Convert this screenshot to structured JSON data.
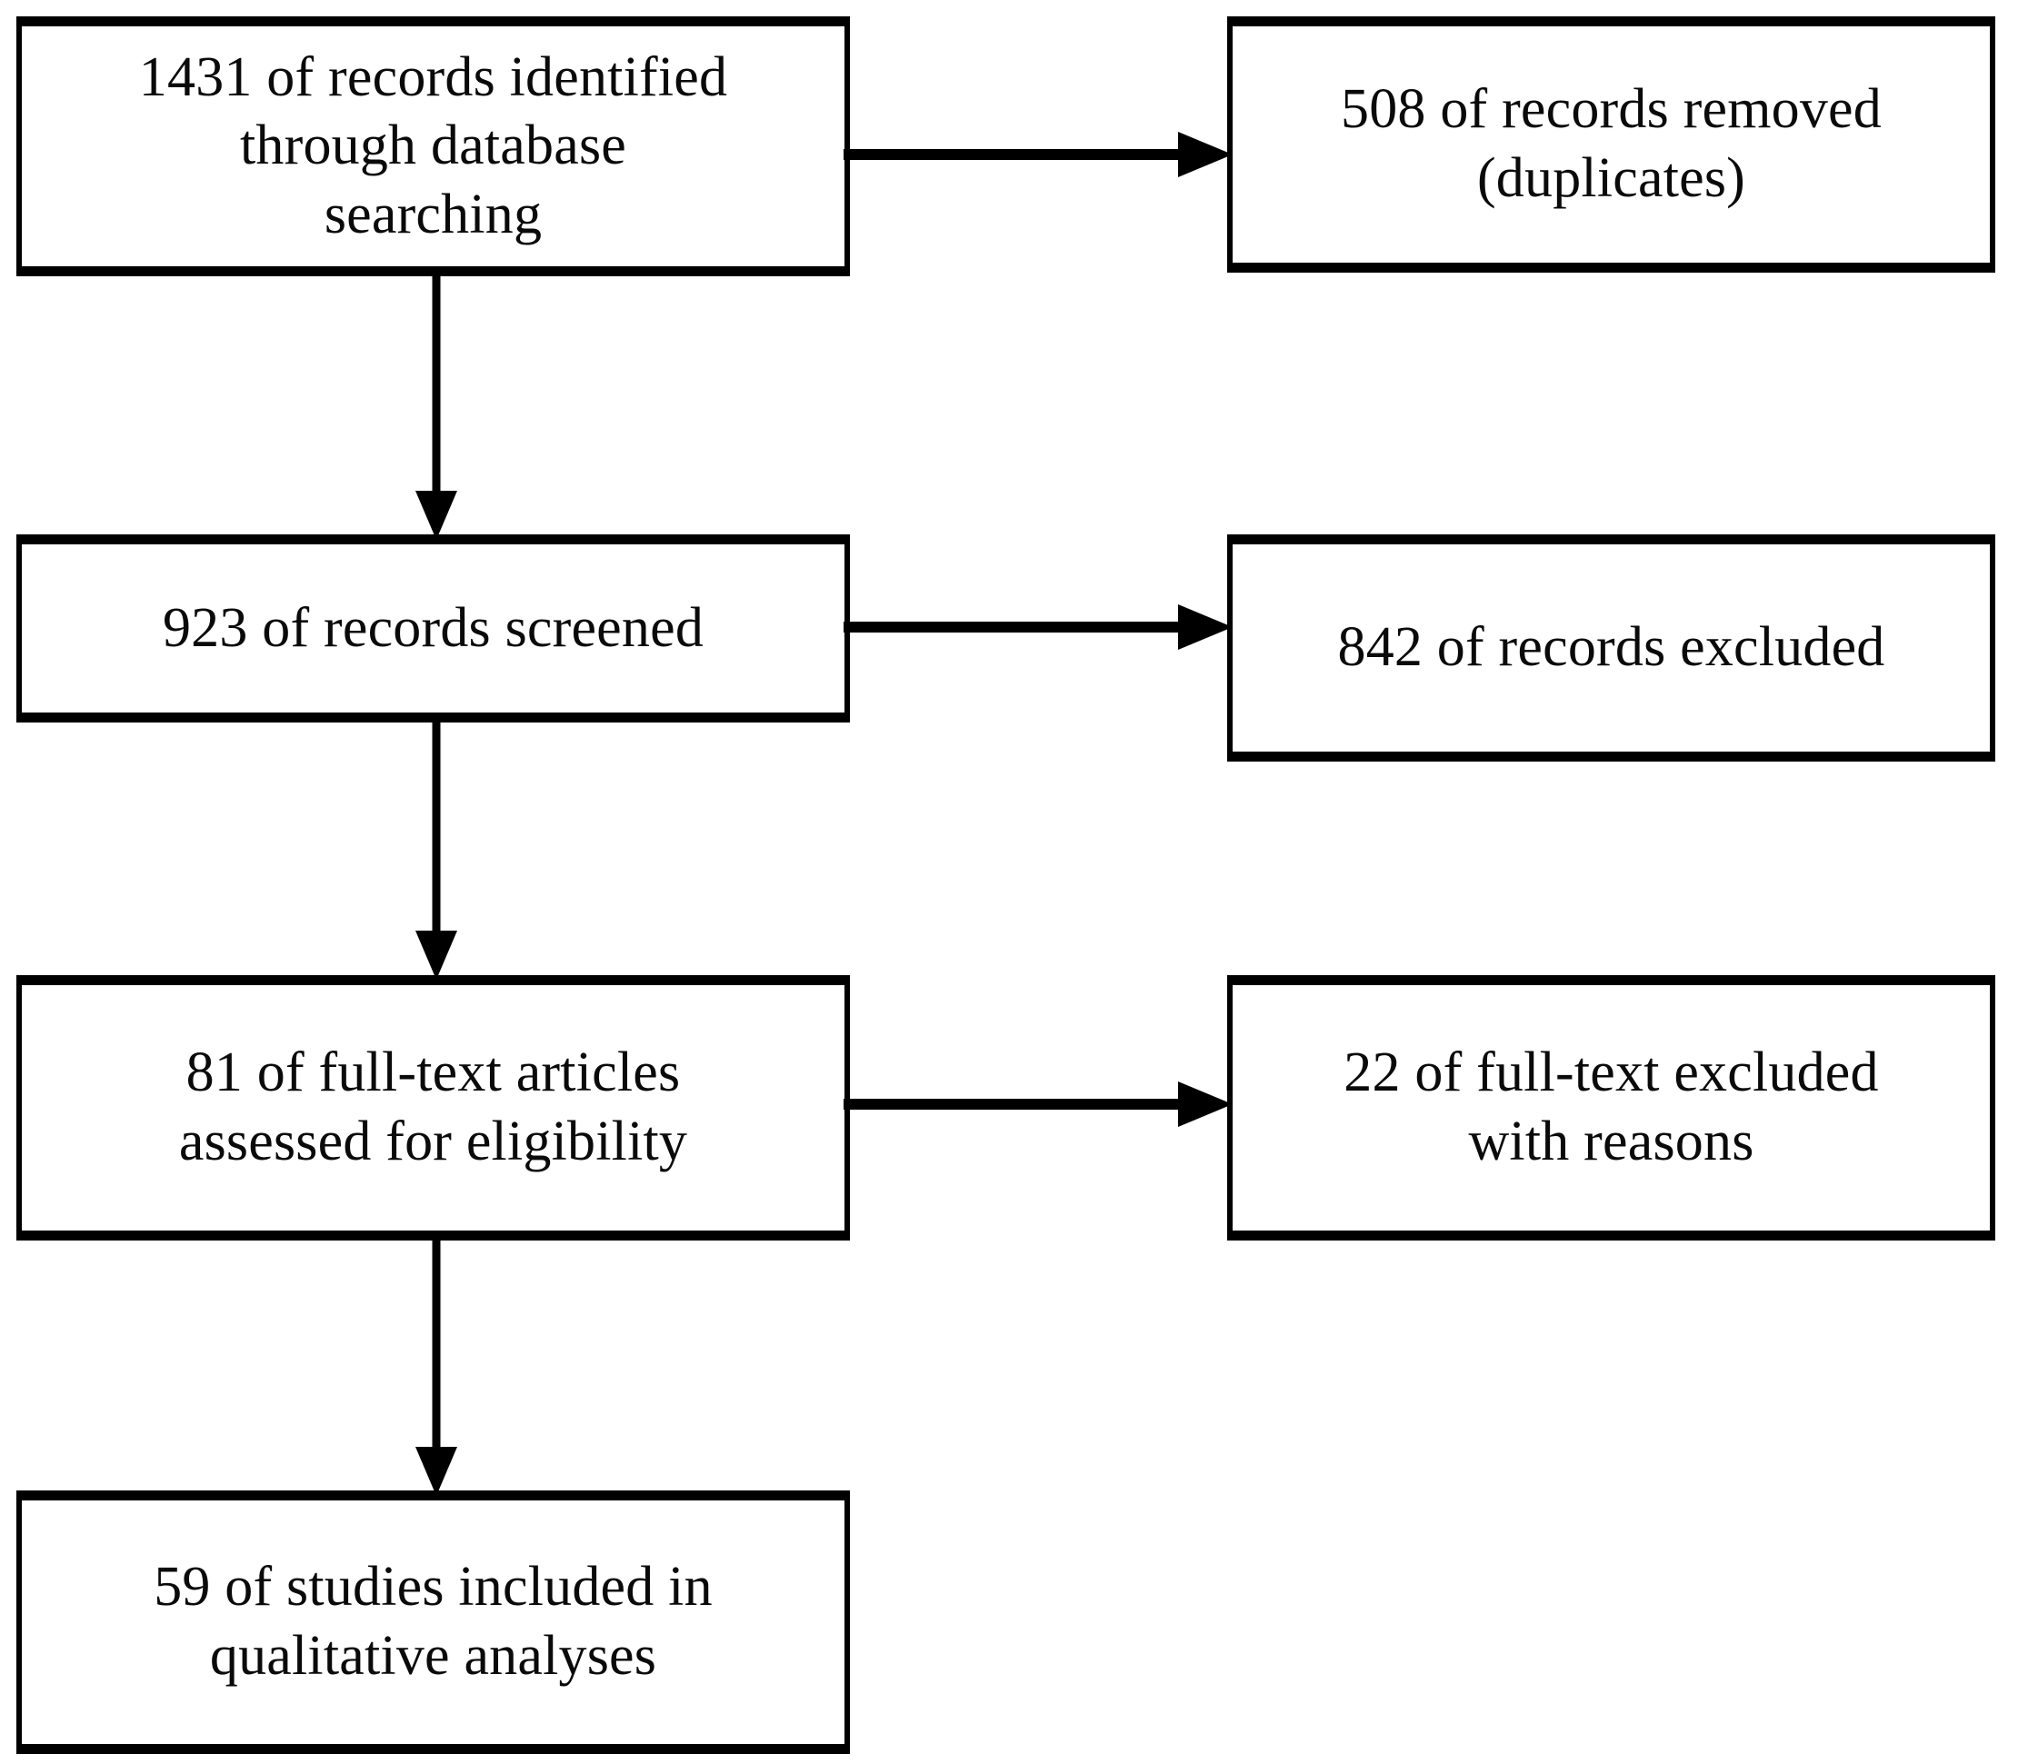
{
  "figure": {
    "type": "prisma-flow-diagram",
    "title": "",
    "background_color": "#ffffff",
    "line_color": "#000000",
    "text_color": "#0a0a0a"
  },
  "nodes": {
    "identified": {
      "id": "identified",
      "count": 1431,
      "label": "1431 of records identified\nthrough database\nsearching",
      "column": "left",
      "row": 1
    },
    "duplicates_removed": {
      "id": "duplicates_removed",
      "count": 508,
      "label": "508 of records removed\n(duplicates)",
      "column": "right",
      "row": 1
    },
    "screened": {
      "id": "screened",
      "count": 923,
      "label": "923 of records screened",
      "column": "left",
      "row": 2
    },
    "records_excluded": {
      "id": "records_excluded",
      "count": 842,
      "label": "842 of records excluded",
      "column": "right",
      "row": 2
    },
    "fulltext_assessed": {
      "id": "fulltext_assessed",
      "count": 81,
      "label": "81 of full-text articles\nassessed for eligibility",
      "column": "left",
      "row": 3
    },
    "fulltext_excluded": {
      "id": "fulltext_excluded",
      "count": 22,
      "label": "22 of full-text excluded\nwith reasons",
      "column": "right",
      "row": 3
    },
    "included": {
      "id": "included",
      "count": 59,
      "label": "59 of studies included in\nqualitative analyses",
      "column": "left",
      "row": 4
    }
  },
  "connectors": [
    {
      "id": "identified-to-screened",
      "from": "identified",
      "to": "screened",
      "direction": "down"
    },
    {
      "id": "identified-to-duplicates",
      "from": "identified",
      "to": "duplicates_removed",
      "direction": "right"
    },
    {
      "id": "screened-to-fulltext",
      "from": "screened",
      "to": "fulltext_assessed",
      "direction": "down"
    },
    {
      "id": "screened-to-records-excluded",
      "from": "screened",
      "to": "records_excluded",
      "direction": "right"
    },
    {
      "id": "fulltext-to-included",
      "from": "fulltext_assessed",
      "to": "included",
      "direction": "down"
    },
    {
      "id": "fulltext-to-fulltext-excluded",
      "from": "fulltext_assessed",
      "to": "fulltext_excluded",
      "direction": "right"
    }
  ],
  "chart_data": {
    "type": "diagram",
    "title": "PRISMA study selection flow",
    "stages": [
      {
        "stage": "Records identified through database searching",
        "value": 1431
      },
      {
        "stage": "Records removed (duplicates)",
        "value": 508
      },
      {
        "stage": "Records screened",
        "value": 923
      },
      {
        "stage": "Records excluded",
        "value": 842
      },
      {
        "stage": "Full-text articles assessed for eligibility",
        "value": 81
      },
      {
        "stage": "Full-text excluded with reasons",
        "value": 22
      },
      {
        "stage": "Studies included in qualitative analyses",
        "value": 59
      }
    ]
  }
}
